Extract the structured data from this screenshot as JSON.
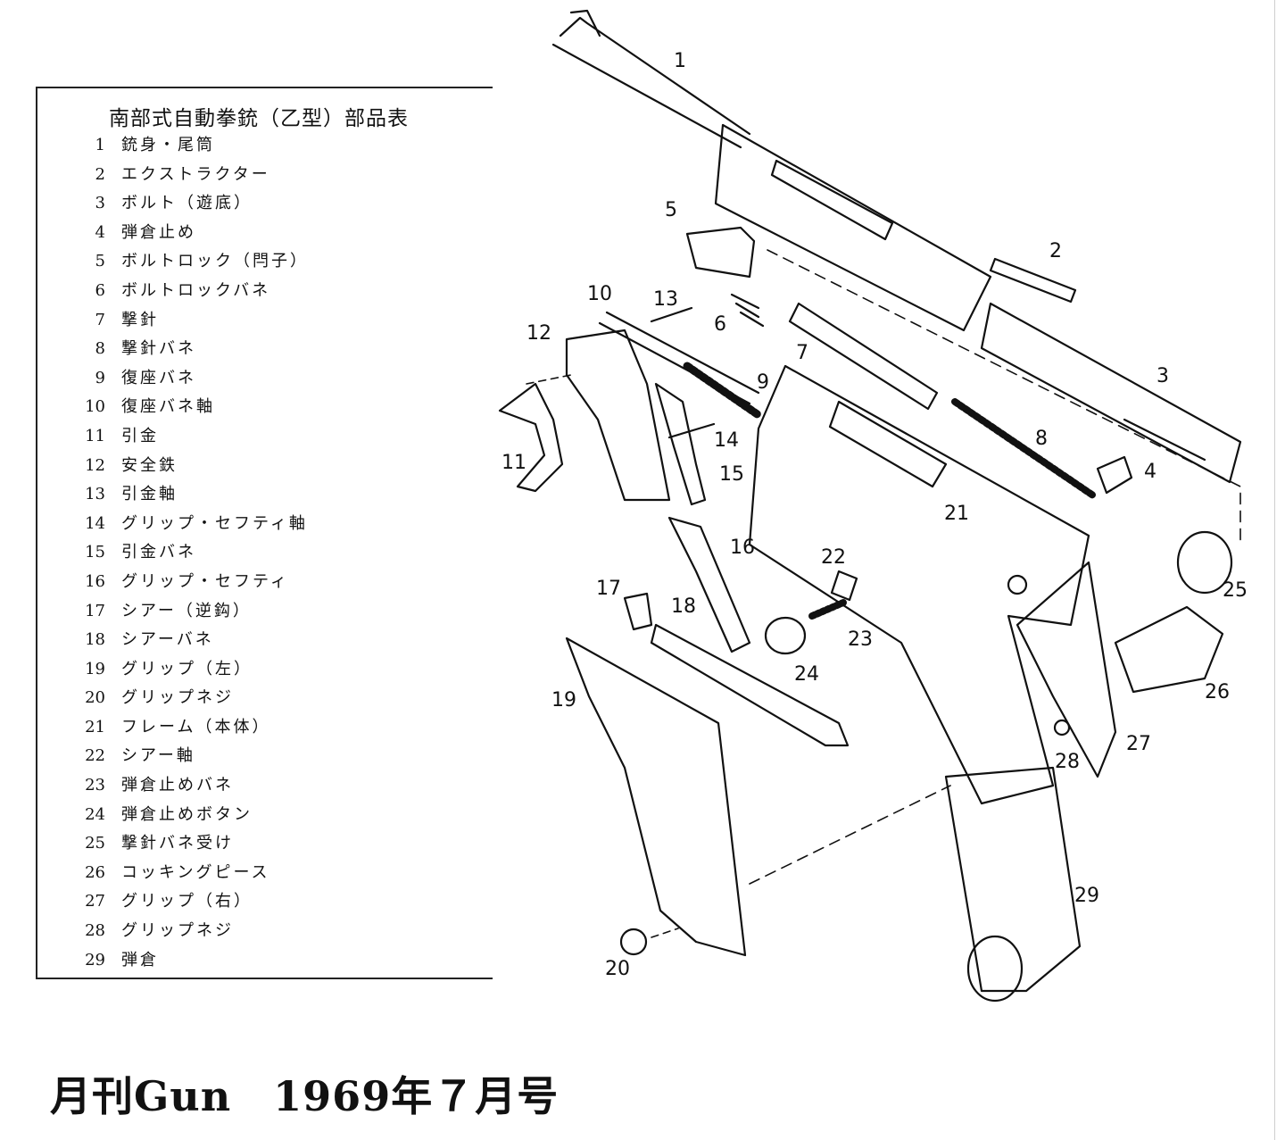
{
  "parts_table": {
    "title": "南部式自動拳銃（乙型）部品表",
    "items": [
      {
        "num": "1",
        "name": "銃身・尾筒"
      },
      {
        "num": "2",
        "name": "エクストラクター"
      },
      {
        "num": "3",
        "name": "ボルト（遊底）"
      },
      {
        "num": "4",
        "name": "弾倉止め"
      },
      {
        "num": "5",
        "name": "ボルトロック（閂子）"
      },
      {
        "num": "6",
        "name": "ボルトロックバネ"
      },
      {
        "num": "7",
        "name": "撃針"
      },
      {
        "num": "8",
        "name": "撃針バネ"
      },
      {
        "num": "9",
        "name": "復座バネ"
      },
      {
        "num": "10",
        "name": "復座バネ軸"
      },
      {
        "num": "11",
        "name": "引金"
      },
      {
        "num": "12",
        "name": "安全鉄"
      },
      {
        "num": "13",
        "name": "引金軸"
      },
      {
        "num": "14",
        "name": "グリップ・セフティ軸"
      },
      {
        "num": "15",
        "name": "引金バネ"
      },
      {
        "num": "16",
        "name": "グリップ・セフティ"
      },
      {
        "num": "17",
        "name": "シアー（逆鈎）"
      },
      {
        "num": "18",
        "name": "シアーバネ"
      },
      {
        "num": "19",
        "name": "グリップ（左）"
      },
      {
        "num": "20",
        "name": "グリップネジ"
      },
      {
        "num": "21",
        "name": "フレーム（本体）"
      },
      {
        "num": "22",
        "name": "シアー軸"
      },
      {
        "num": "23",
        "name": "弾倉止めバネ"
      },
      {
        "num": "24",
        "name": "弾倉止めボタン"
      },
      {
        "num": "25",
        "name": "撃針バネ受け"
      },
      {
        "num": "26",
        "name": "コッキングピース"
      },
      {
        "num": "27",
        "name": "グリップ（右）"
      },
      {
        "num": "28",
        "name": "グリップネジ"
      },
      {
        "num": "29",
        "name": "弾倉"
      }
    ]
  },
  "diagram": {
    "callouts": [
      "1",
      "2",
      "3",
      "4",
      "5",
      "6",
      "7",
      "8",
      "9",
      "10",
      "11",
      "12",
      "13",
      "14",
      "15",
      "16",
      "17",
      "18",
      "19",
      "20",
      "21",
      "22",
      "23",
      "24",
      "25",
      "26",
      "27",
      "28",
      "29"
    ]
  },
  "caption": "月刊Gun　1969年７月号"
}
